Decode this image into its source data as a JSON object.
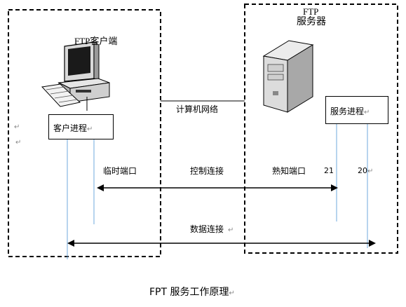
{
  "client": {
    "title": "FTP客户端",
    "process": "客户进程"
  },
  "server": {
    "title_line1": "FTP",
    "title_line2": "服务器",
    "process": "服务进程"
  },
  "network_label": "计算机网络",
  "ports": {
    "temp_port": "临时端口",
    "well_known_port": "熟知端口",
    "port_21": "21",
    "port_20": "20"
  },
  "connections": {
    "control": "控制连接",
    "data": "数据连接"
  },
  "caption": "FPT 服务工作原理",
  "marks": {
    "paragraph": "↵"
  },
  "colors": {
    "process_line": "#6fa8dc",
    "dashed_border": "#000000",
    "arrow": "#000000"
  }
}
